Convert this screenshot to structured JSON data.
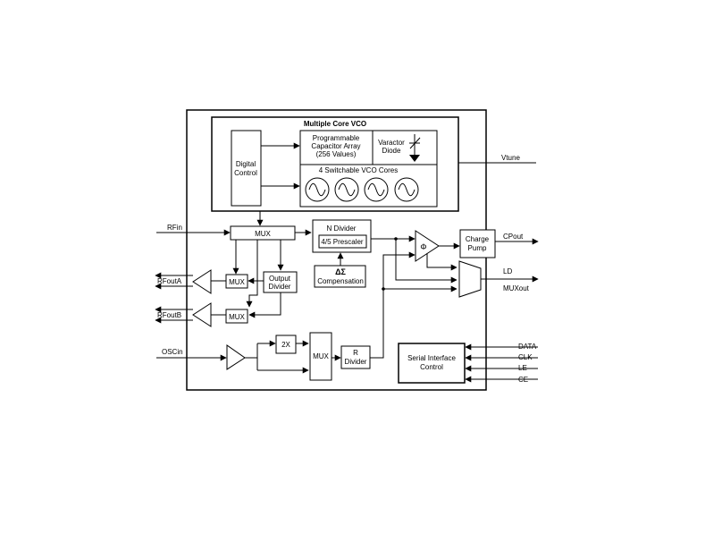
{
  "vco": {
    "title": "Multiple Core VCO",
    "digital_control": [
      "Digital",
      "Control"
    ],
    "cap_array": [
      "Programmable",
      "Capacitor Array",
      "(256 Values)"
    ],
    "varactor": [
      "Varactor",
      "Diode"
    ],
    "cores_label": "4 Switchable VCO Cores"
  },
  "blocks": {
    "mux_top": "MUX",
    "n_divider": "N Divider",
    "prescaler": "4/5 Prescaler",
    "delta_sigma_symbol": "ΔΣ",
    "delta_sigma_label": "Compensation",
    "phase_detector": "Φ",
    "charge_pump": [
      "Charge",
      "Pump"
    ],
    "mux_a": "MUX",
    "mux_b": "MUX",
    "output_divider": [
      "Output",
      "Divider"
    ],
    "doubler": "2X",
    "mux_ref": "MUX",
    "r_divider": [
      "R",
      "Divider"
    ],
    "serial_interface": [
      "Serial Interface",
      "Control"
    ]
  },
  "pins": {
    "vtune": "Vtune",
    "rfin": "RFin",
    "rfouta": "RFoutA",
    "rfoutb": "RFoutB",
    "oscin": "OSCin",
    "cpout": "CPout",
    "ld": "LD",
    "muxout": "MUXout",
    "data": "DATA",
    "clk": "CLK",
    "le": "LE",
    "ce": "CE"
  }
}
